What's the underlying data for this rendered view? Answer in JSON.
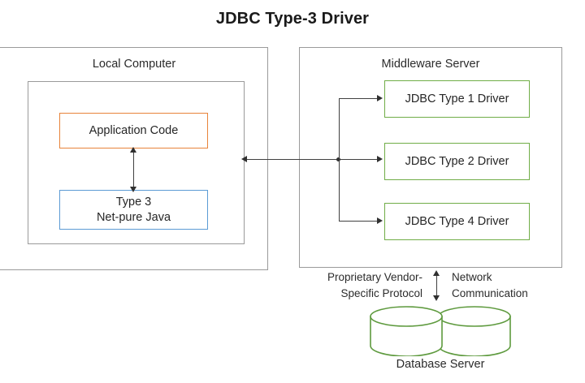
{
  "title": "JDBC Type-3 Driver",
  "colors": {
    "application_code_border": "#E8833A",
    "type3_border": "#5B9BD5",
    "driver_border": "#70AD47",
    "database_stroke": "#70AD47",
    "panel_border": "#9A9A9A",
    "connector": "#404040",
    "text": "#262626",
    "background": "#FFFFFF"
  },
  "local_computer": {
    "title": "Local Computer",
    "application_code": {
      "label": "Application Code"
    },
    "driver": {
      "line1": "Type 3",
      "line2": "Net-pure Java"
    }
  },
  "middleware": {
    "title": "Middleware Server",
    "drivers": [
      {
        "label": "JDBC Type 1 Driver"
      },
      {
        "label": "JDBC Type 2 Driver"
      },
      {
        "label": "JDBC Type 4 Driver"
      }
    ]
  },
  "bottom": {
    "protocol_label": {
      "line1": "Proprietary Vendor-",
      "line2": "Specific Protocol"
    },
    "network_label": {
      "line1": "Network",
      "line2": "Communication"
    },
    "database_caption": "Database Server"
  }
}
